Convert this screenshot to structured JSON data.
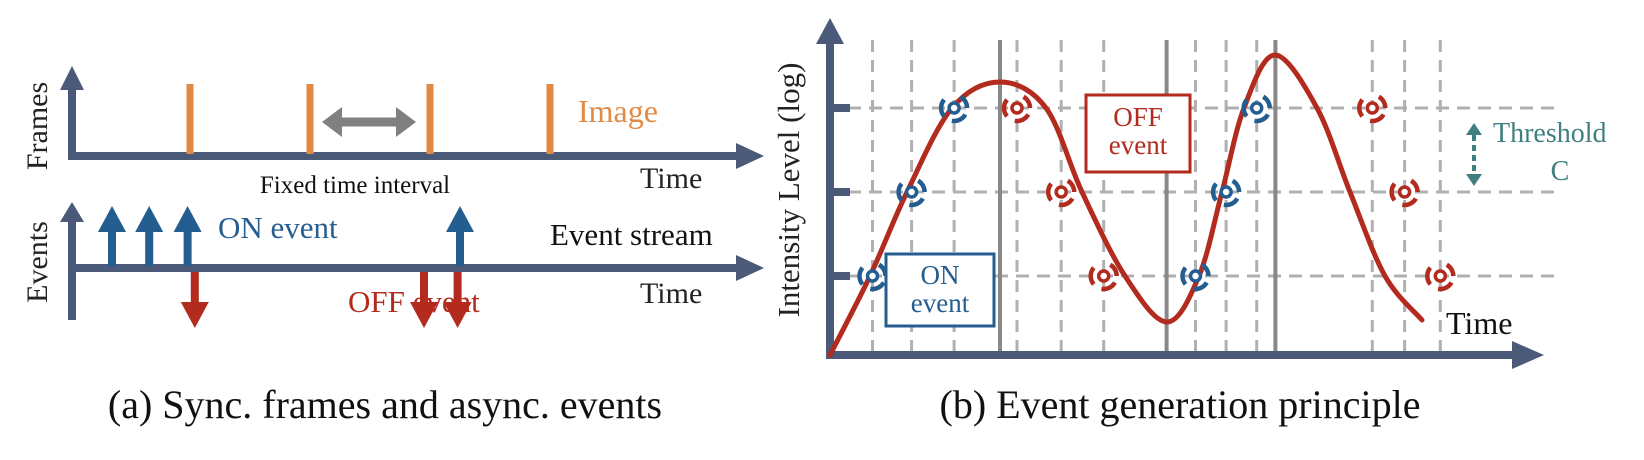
{
  "colors": {
    "axis": "#4a5a78",
    "frame_bar": "#e08a44",
    "interval_arrow": "#808080",
    "on_event": "#245d8f",
    "off_event": "#b32a1e",
    "grid": "#b0b0b0",
    "grid_solid": "#888888",
    "threshold": "#3f7f7f",
    "text": "#111111"
  },
  "panel_a": {
    "caption": "(a) Sync. frames and async. events",
    "frames_axis_label": "Frames",
    "events_axis_label": "Events",
    "image_label": "Image",
    "frames_time_label": "Time",
    "fixed_interval_label": "Fixed time interval",
    "on_event_label": "ON event",
    "event_stream_label": "Event stream",
    "off_event_label": "OFF event",
    "events_time_label": "Time",
    "frame_times": [
      1,
      2,
      3,
      4
    ],
    "on_event_times": [
      0.35,
      0.66,
      0.98,
      3.25
    ],
    "off_event_times": [
      1.04,
      2.95,
      3.23
    ]
  },
  "panel_b": {
    "caption": "(b) Event generation principle",
    "y_axis_label": "Intensity Level (log)",
    "x_axis_label": "Time",
    "on_box_label_line1": "ON",
    "on_box_label_line2": "event",
    "off_box_label_line1": "OFF",
    "off_box_label_line2": "event",
    "threshold_label_line1": "Threshold",
    "threshold_label_line2": "C",
    "threshold_levels": [
      1,
      2,
      3
    ],
    "on_events": [
      {
        "t": 0.25,
        "level": 1
      },
      {
        "t": 0.48,
        "level": 2
      },
      {
        "t": 0.73,
        "level": 3
      },
      {
        "t": 2.15,
        "level": 1
      },
      {
        "t": 2.33,
        "level": 2
      },
      {
        "t": 2.51,
        "level": 3
      }
    ],
    "off_events": [
      {
        "t": 1.1,
        "level": 3
      },
      {
        "t": 1.36,
        "level": 2
      },
      {
        "t": 1.61,
        "level": 1
      },
      {
        "t": 3.19,
        "level": 3
      },
      {
        "t": 3.38,
        "level": 2
      },
      {
        "t": 3.59,
        "level": 1
      }
    ]
  }
}
